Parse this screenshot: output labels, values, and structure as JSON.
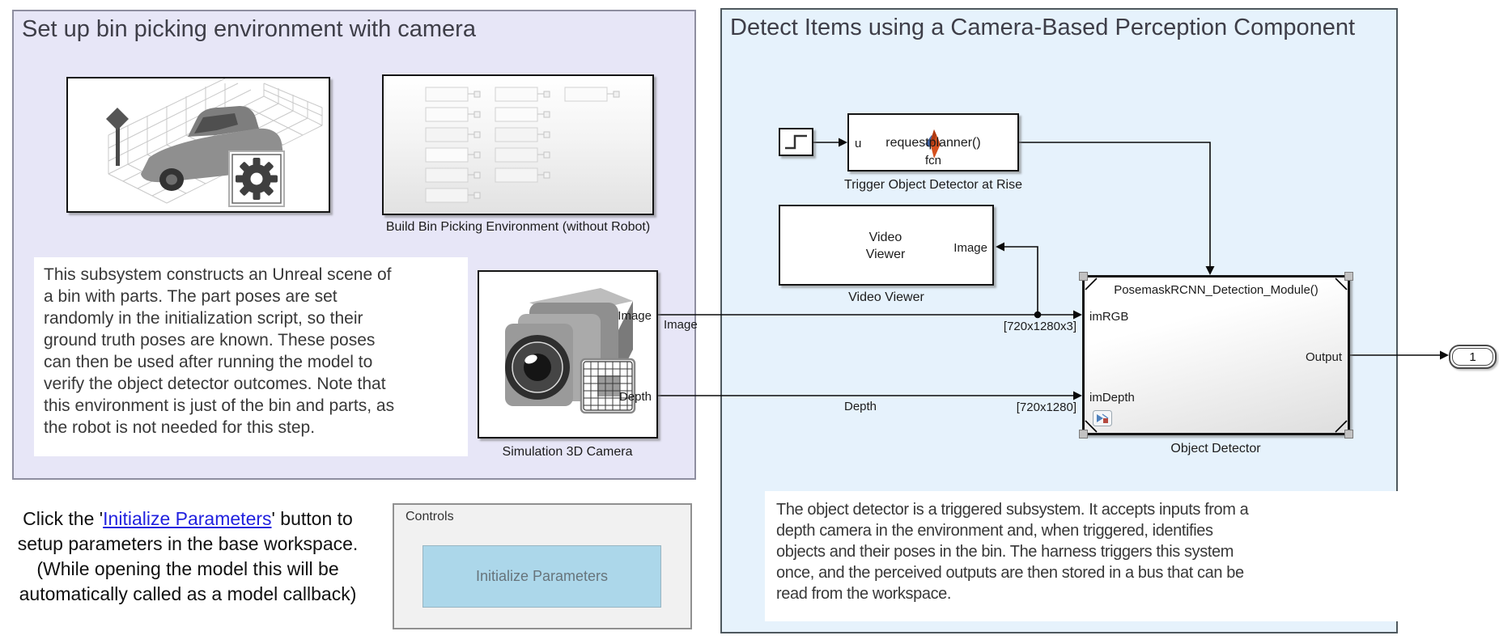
{
  "left_panel": {
    "title": "Set up bin picking environment with camera",
    "build_block_label": "Build Bin Picking Environment (without Robot)",
    "annotation": "This subsystem constructs an Unreal scene of\na bin with parts. The part poses are set\nrandomly in the initialization script, so their\nground truth poses are known. These poses\ncan then be used after running the model to\nverify the object detector outcomes. Note that\nthis environment is just of the bin and parts, as\nthe robot is not needed for this step.",
    "camera_block": {
      "label": "Simulation 3D Camera",
      "port_image": "Image",
      "port_depth": "Depth"
    }
  },
  "right_panel": {
    "title": "Detect Items using a Camera-Based Perception Component",
    "trigger_fcn_block": {
      "port_u": "u",
      "fcn_text": "requestplanner()",
      "fcn_sub": "fcn",
      "label": "Trigger Object Detector at Rise"
    },
    "video_viewer_block": {
      "text": "Video\nViewer",
      "port_image": "Image",
      "label": "Video Viewer"
    },
    "object_detector_block": {
      "header": "PosemaskRCNN_Detection_Module()",
      "port_imrgb": "imRGB",
      "port_imdepth": "imDepth",
      "port_output": "Output",
      "label": "Object Detector"
    },
    "signal_labels": {
      "image": "Image",
      "depth": "Depth",
      "rgb_dims": "[720x1280x3]",
      "depth_dims": "[720x1280]"
    },
    "annotation": "The object detector is a triggered subsystem. It accepts inputs from a\ndepth camera in the environment and, when triggered, identifies\nobjects and their poses in the bin. The harness triggers this system\nonce, and the perceived outputs are then stored in a bus that can be\nread from the workspace.",
    "outport_label": "1"
  },
  "callout": {
    "pre": "Click the '",
    "link": "Initialize Parameters",
    "post": "' button to setup parameters in the base workspace.  (While opening the model this will be automatically called as a model callback)"
  },
  "controls": {
    "title": "Controls",
    "button_label": "Initialize Parameters"
  },
  "colors": {
    "left_area_bg": "#E7E6F7",
    "right_area_bg": "#E6F2FC",
    "link_blue": "#2121DF",
    "button_bg": "#ACD7EA",
    "wire": "#0a0a0a"
  }
}
